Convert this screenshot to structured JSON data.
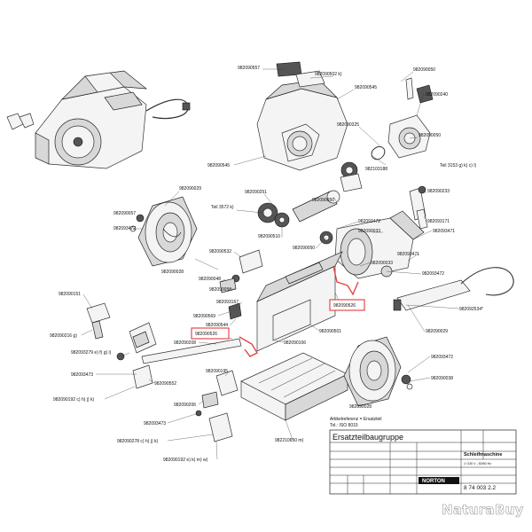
{
  "labels": [
    {
      "text": "982090557"
    },
    {
      "text": "982090502 k)"
    },
    {
      "text": "982090050"
    },
    {
      "text": "982090545"
    },
    {
      "text": "982090240"
    },
    {
      "text": "982090325"
    },
    {
      "text": "982090050"
    },
    {
      "text": "982103188"
    },
    {
      "text": "Teil 3153 g) k) c) l)"
    },
    {
      "text": "982090545"
    },
    {
      "text": "982090029"
    },
    {
      "text": "982090251"
    },
    {
      "text": "Teil 3572 k)"
    },
    {
      "text": "982090057"
    },
    {
      "text": "982093472"
    },
    {
      "text": "982090050"
    },
    {
      "text": "982090233"
    },
    {
      "text": "982093472"
    },
    {
      "text": "982093171"
    },
    {
      "text": "982090033"
    },
    {
      "text": "982093471"
    },
    {
      "text": "982090510"
    },
    {
      "text": "982090532"
    },
    {
      "text": "982090050"
    },
    {
      "text": "982093471"
    },
    {
      "text": "982090033"
    },
    {
      "text": "982090028"
    },
    {
      "text": "982093472"
    },
    {
      "text": "982090048"
    },
    {
      "text": "982090058"
    },
    {
      "text": "982093167"
    },
    {
      "text": "982090151"
    },
    {
      "text": "982090569"
    },
    {
      "text": "982090544"
    },
    {
      "text": "982092534*"
    },
    {
      "text": "982090216 g)"
    },
    {
      "text": "982090029"
    },
    {
      "text": "982090501"
    },
    {
      "text": "982090208"
    },
    {
      "text": "982090106"
    },
    {
      "text": "982093279 e) f) g) i)"
    },
    {
      "text": "982093473"
    },
    {
      "text": "982090195"
    },
    {
      "text": "982093472"
    },
    {
      "text": "982090552"
    },
    {
      "text": "982090038"
    },
    {
      "text": "982090192 c) h) j) k)"
    },
    {
      "text": "982090206"
    },
    {
      "text": "982090028"
    },
    {
      "text": "982093473"
    },
    {
      "text": "982090278 c) h) j) k)"
    },
    {
      "text": "982210650 m)"
    },
    {
      "text": "982090192 e) k) m) w)"
    }
  ],
  "highlighted_labels": [
    {
      "text": "982090526"
    },
    {
      "text": "982090526"
    }
  ],
  "legend": {
    "line1": "Artikelreferenz = Ersatzteil",
    "line2": "Tol.: ISO 8015"
  },
  "title_block": {
    "heading": "Ersatzteilbaugruppe",
    "machine": "Schleifmaschine",
    "voltage": "1~230 V - 50/60 Hz",
    "drawing_number": "8 74 003 2.2",
    "brand": "NORTON"
  },
  "watermark": "NaturaBuy",
  "colors": {
    "highlight": "#e23b3b",
    "line": "#333333",
    "background": "#ffffff"
  }
}
